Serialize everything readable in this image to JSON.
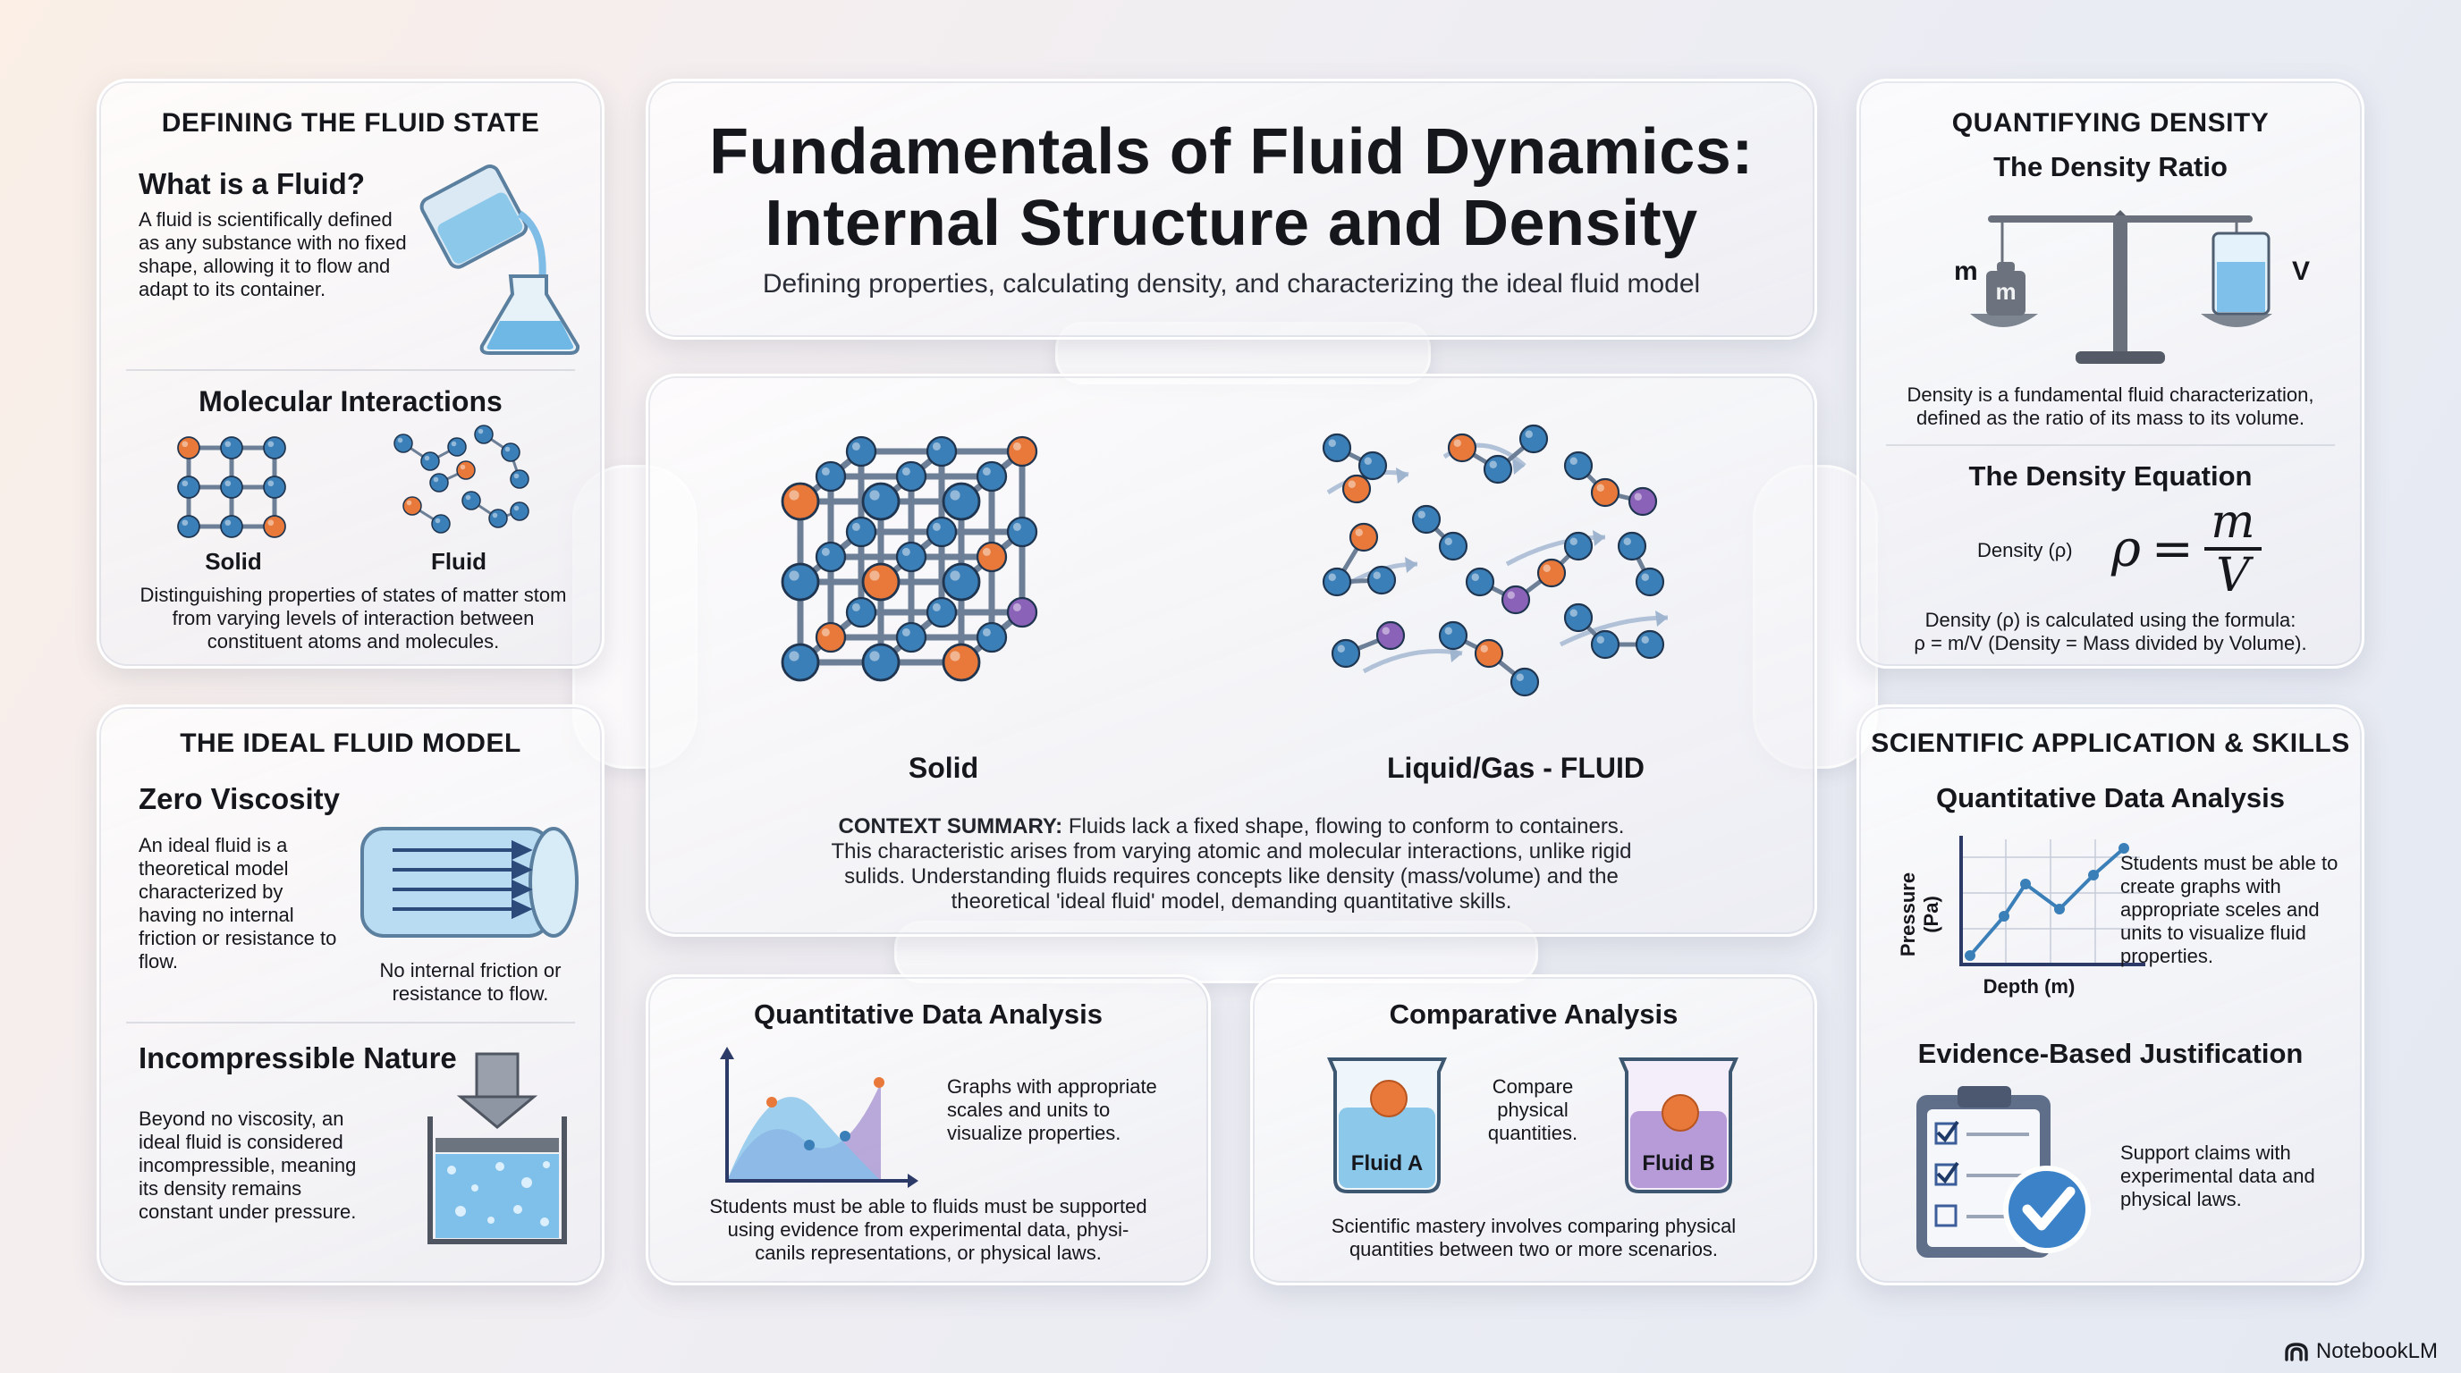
{
  "header": {
    "title_line1": "Fundamentals of Fluid Dynamics:",
    "title_line2": "Internal Structure and Density",
    "subtitle": "Defining properties, calculating density, and characterizing the ideal fluid model"
  },
  "fluid_state": {
    "section_title": "DEFINING THE FLUID STATE",
    "what_heading": "What is a Fluid?",
    "what_text": "A fluid is scientifically defined as any substance with no fixed shape, allowing it to flow and adapt to its container.",
    "molecular_heading": "Molecular Interactions",
    "solid_label": "Solid",
    "fluid_label": "Fluid",
    "molecular_text": "Distinguishing properties of states of matter stom from varying levels of interaction between constituent atoms and molecules."
  },
  "ideal_fluid": {
    "section_title": "THE IDEAL FLUID MODEL",
    "viscosity_heading": "Zero Viscosity",
    "viscosity_text": "An ideal fluid is a theoretical model characterized by having no internal friction or resistance to flow.",
    "pipe_caption": "No internal friction or resistance to flow.",
    "incompressible_heading": "Incompressible Nature",
    "incompressible_text": "Beyond no viscosity, an ideal fluid is considered incompressible, meaning its density remains constant under pressure."
  },
  "center": {
    "solid_label": "Solid",
    "fluid_label": "Liquid/Gas - FLUID",
    "summary_label": "CONTEXT SUMMARY:",
    "summary_line1": "Fluids lack a fixed shape, flowing to conform to containers.",
    "summary_line2": "This characteristic arises from varying atomic and molecular interactions, unlike rigid",
    "summary_line3": "sulids. Understanding fluids requires concepts like density (mass/volume) and the",
    "summary_line4": "theoretical 'ideal fluid' model, demanding quantitative skills."
  },
  "quant_card": {
    "title": "Quantitative Data Analysis",
    "side_text": "Graphs with appropriate scales and units to visualize properties.",
    "bottom_line1": "Students must be able to fluids must be supported",
    "bottom_line2": "using evidence from experimental  data, physi-",
    "bottom_line3": "canils representations, or physical laws."
  },
  "compare_card": {
    "title": "Comparative Analysis",
    "fluid_a": "Fluid A",
    "fluid_b": "Fluid B",
    "middle_text": "Compare physical quantities.",
    "bottom_line1": "Scientific mastery involves comparing physical",
    "bottom_line2": "quantities between two or more scenarios."
  },
  "density": {
    "section_title": "QUANTIFYING DENSITY",
    "ratio_heading": "The Density Ratio",
    "m_label": "m",
    "v_label": "V",
    "weight_label": "m",
    "ratio_line1": "Density is a fundamental fluid characterization,",
    "ratio_line2": "defined as the ratio of its mass to its volume.",
    "equation_heading": "The Density Equation",
    "equation_label": "Density (ρ)",
    "eq_rho": "ρ",
    "eq_equals": "=",
    "eq_num": "m",
    "eq_den": "V",
    "equation_line1": "Density (ρ) is calculated using the formula:",
    "equation_line2": "ρ = m/V (Density = Mass divided by Volume)."
  },
  "skills": {
    "section_title": "SCIENTIFIC APPLICATION & SKILLS",
    "quant_heading": "Quantitative Data Analysis",
    "y_axis": "Pressure (Pa)",
    "x_axis": "Depth (m)",
    "quant_text": "Students must be able to create graphs with appropriate sceles and units to visualize fluid properties.",
    "evidence_heading": "Evidence-Based Justification",
    "evidence_text": "Support claims with experimental data and physical laws."
  },
  "footer": {
    "brand": "NotebookLM"
  },
  "colors": {
    "atom_blue": "#3b7fb8",
    "atom_orange": "#e8793a",
    "atom_purple": "#8a62b8",
    "liquid_blue": "#8cc8ea",
    "liquid_purple": "#b79ad8"
  }
}
